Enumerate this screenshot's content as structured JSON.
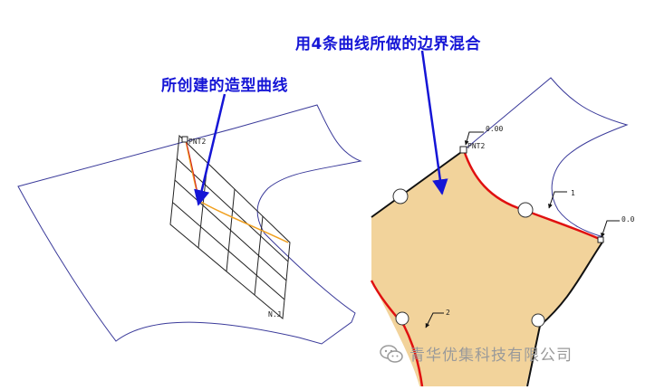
{
  "callouts": {
    "left": "所创建的造型曲线",
    "right": "用4条曲线所做的边界混合"
  },
  "cad_labels": {
    "pnt_left": "PNT2",
    "pnt_right": "PNT2",
    "dim_top": "0.00",
    "dim_right": "0.0",
    "mark_1": "1",
    "mark_2": "2",
    "grid_corner": "N.J"
  },
  "watermark": {
    "icon": "wechat-icon",
    "text": "青华优集科技有限公司"
  },
  "colors": {
    "callout_text": "#1515d6",
    "outline": "#3a3a9a",
    "surface_fill": "#f2d39b",
    "boundary_curve": "#e01010",
    "edge_curve": "#111111",
    "style_curve": "#f0a020",
    "watermark": "#9a9a9a"
  }
}
